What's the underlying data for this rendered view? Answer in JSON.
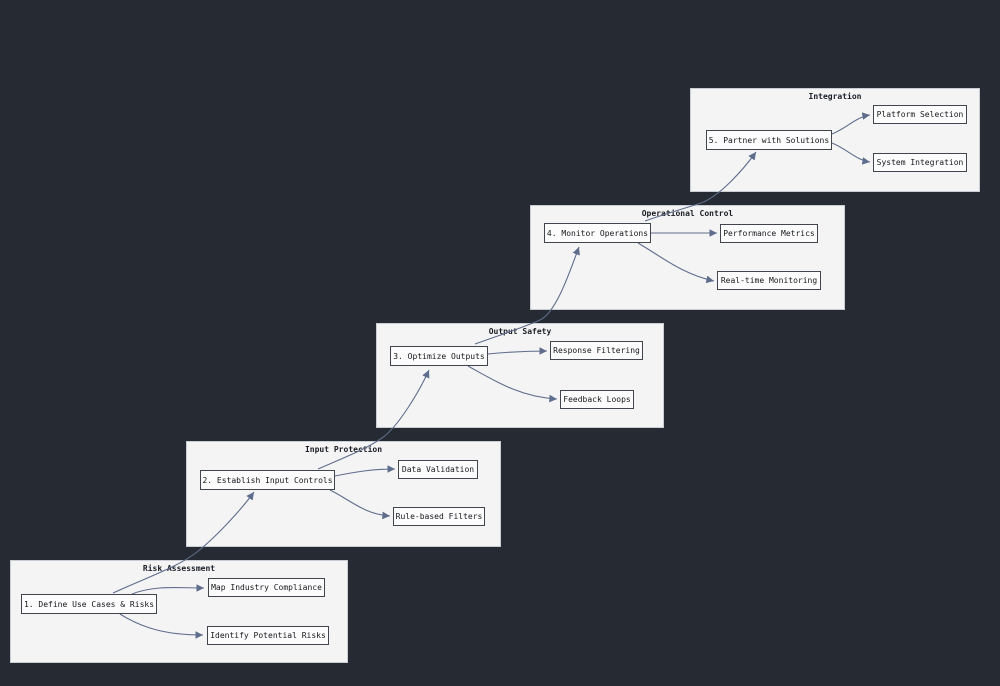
{
  "page": {
    "kind": "flowchart",
    "background_color": "#262b33"
  },
  "colors": {
    "panel_background": "#f4f4f5",
    "panel_border": "#c9cdd4",
    "node_background": "#fcfcfc",
    "node_border": "#41454e",
    "edge_color": "#5f6d8c",
    "text_color": "#15171c"
  },
  "diagram": {
    "groups": [
      {
        "title": "Risk Assessment",
        "main": "1. Define Use Cases & Risks",
        "children": [
          "Map Industry Compliance",
          "Identify Potential Risks"
        ]
      },
      {
        "title": "Input Protection",
        "main": "2. Establish Input Controls",
        "children": [
          "Data Validation",
          "Rule-based Filters"
        ]
      },
      {
        "title": "Output Safety",
        "main": "3. Optimize Outputs",
        "children": [
          "Response Filtering",
          "Feedback Loops"
        ]
      },
      {
        "title": "Operational Control",
        "main": "4. Monitor Operations",
        "children": [
          "Performance Metrics",
          "Real-time Monitoring"
        ]
      },
      {
        "title": "Integration",
        "main": "5. Partner with Solutions",
        "children": [
          "Platform Selection",
          "System Integration"
        ]
      }
    ],
    "connections": [
      {
        "from": "1. Define Use Cases & Risks",
        "to": "Map Industry Compliance"
      },
      {
        "from": "1. Define Use Cases & Risks",
        "to": "Identify Potential Risks"
      },
      {
        "from": "1. Define Use Cases & Risks",
        "to": "2. Establish Input Controls"
      },
      {
        "from": "2. Establish Input Controls",
        "to": "Data Validation"
      },
      {
        "from": "2. Establish Input Controls",
        "to": "Rule-based Filters"
      },
      {
        "from": "2. Establish Input Controls",
        "to": "3. Optimize Outputs"
      },
      {
        "from": "3. Optimize Outputs",
        "to": "Response Filtering"
      },
      {
        "from": "3. Optimize Outputs",
        "to": "Feedback Loops"
      },
      {
        "from": "3. Optimize Outputs",
        "to": "4. Monitor Operations"
      },
      {
        "from": "4. Monitor Operations",
        "to": "Performance Metrics"
      },
      {
        "from": "4. Monitor Operations",
        "to": "Real-time Monitoring"
      },
      {
        "from": "4. Monitor Operations",
        "to": "5. Partner with Solutions"
      },
      {
        "from": "5. Partner with Solutions",
        "to": "Platform Selection"
      },
      {
        "from": "5. Partner with Solutions",
        "to": "System Integration"
      }
    ]
  }
}
